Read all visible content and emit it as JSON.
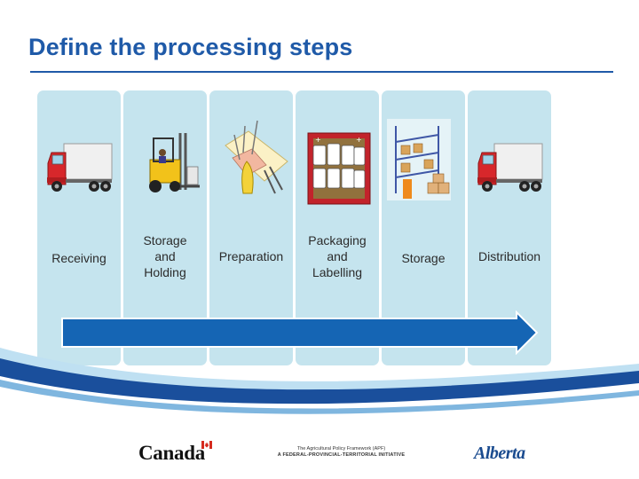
{
  "slide": {
    "title": "Define the processing steps",
    "steps": [
      {
        "label_lines": [
          "Receiving"
        ],
        "icon": "truck-icon"
      },
      {
        "label_lines": [
          "Storage",
          "and",
          "Holding"
        ],
        "icon": "forklift-icon"
      },
      {
        "label_lines": [
          "Preparation"
        ],
        "icon": "food-preparation-icon"
      },
      {
        "label_lines": [
          "Packaging",
          "and",
          "Labelling"
        ],
        "icon": "packaged-jars-icon"
      },
      {
        "label_lines": [
          "Storage"
        ],
        "icon": "warehouse-icon"
      },
      {
        "label_lines": [
          "Distribution"
        ],
        "icon": "truck-icon"
      }
    ]
  },
  "footer": {
    "canada_wordmark": "Canada",
    "apf_line1": "The Agricultural Policy Framework (APF)",
    "apf_line2": "A FEDERAL-PROVINCIAL-TERRITORIAL INITIATIVE",
    "alberta_wordmark": "Alberta"
  },
  "colors": {
    "title": "#1f5aa8",
    "column_bg": "#c5e4ee",
    "arrow": "#1565b4",
    "swoosh_dark": "#1a4f9c",
    "swoosh_light": "#bfe0f2"
  }
}
